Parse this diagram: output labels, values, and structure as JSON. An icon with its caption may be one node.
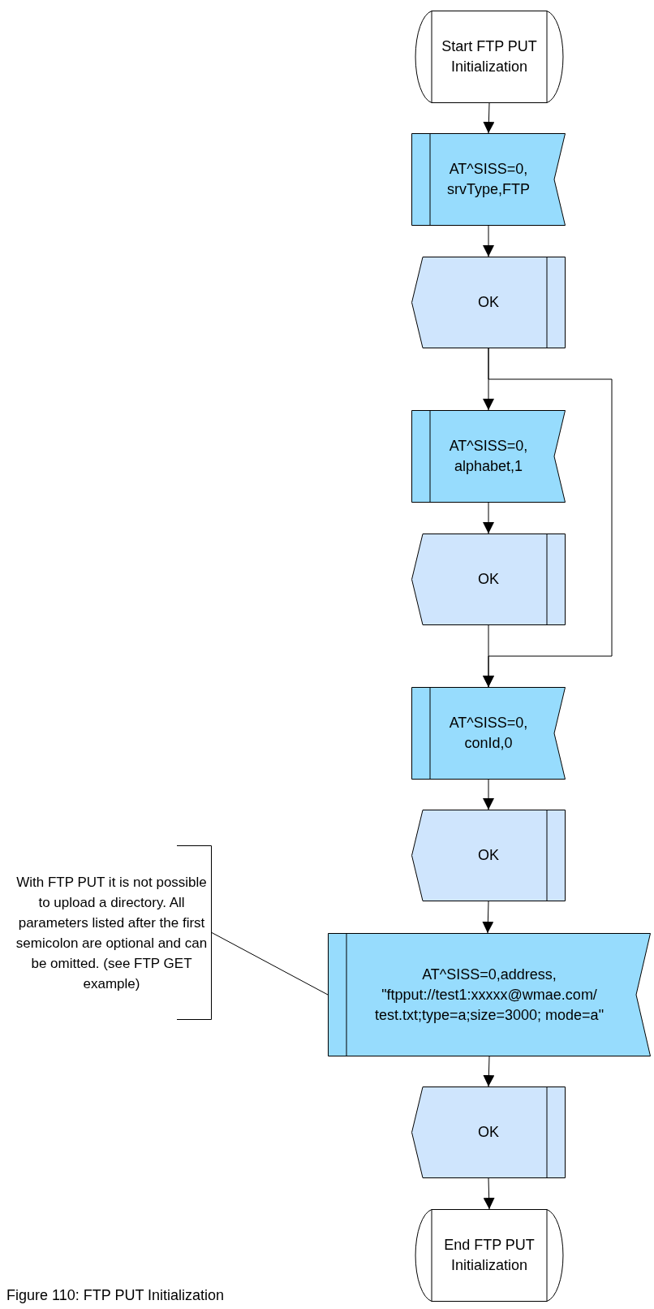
{
  "diagram": {
    "caption": "Figure 110: FTP PUT Initialization",
    "nodes": [
      {
        "text": [
          "Start FTP PUT Initialization"
        ]
      },
      {
        "text": [
          "AT^SISS=0, srvType,FTP"
        ]
      },
      {
        "text": [
          "OK"
        ]
      },
      {
        "text": [
          "AT^SISS=0, alphabet,1"
        ]
      },
      {
        "text": [
          "OK"
        ]
      },
      {
        "text": [
          "AT^SISS=0, conId,0"
        ]
      },
      {
        "text": [
          "OK"
        ]
      },
      {
        "text": [
          "AT^SISS=0,address, \"ftpput://test1:xxxxx@wmae.com/ test.txt;type=a;size=3000; mode=a\""
        ]
      },
      {
        "text": [
          "OK"
        ]
      },
      {
        "text": [
          "End FTP PUT Initialization"
        ]
      },
      {
        "text": [
          "With FTP PUT it is not possible to upload a directory. All parameters listed after the first semicolon are optional and can be omitted. (see FTP GET example)"
        ]
      }
    ],
    "edges": [
      {
        "from": 0,
        "to": 1,
        "arrow": "to"
      },
      {
        "from": 1,
        "to": 2,
        "arrow": "to"
      },
      {
        "from": 2,
        "to": 3,
        "arrow": "to"
      },
      {
        "from": 3,
        "to": 4,
        "arrow": "to"
      },
      {
        "from": 4,
        "to": 5,
        "arrow": "to"
      },
      {
        "from": 2,
        "to": 5,
        "arrow": "to"
      },
      {
        "from": 5,
        "to": 6,
        "arrow": "to"
      },
      {
        "from": 6,
        "to": 7,
        "arrow": "to"
      },
      {
        "from": 7,
        "to": 8,
        "arrow": "to"
      },
      {
        "from": 8,
        "to": 9,
        "arrow": "to"
      },
      {
        "from": 10,
        "to": 7,
        "arrow": "none"
      }
    ]
  }
}
